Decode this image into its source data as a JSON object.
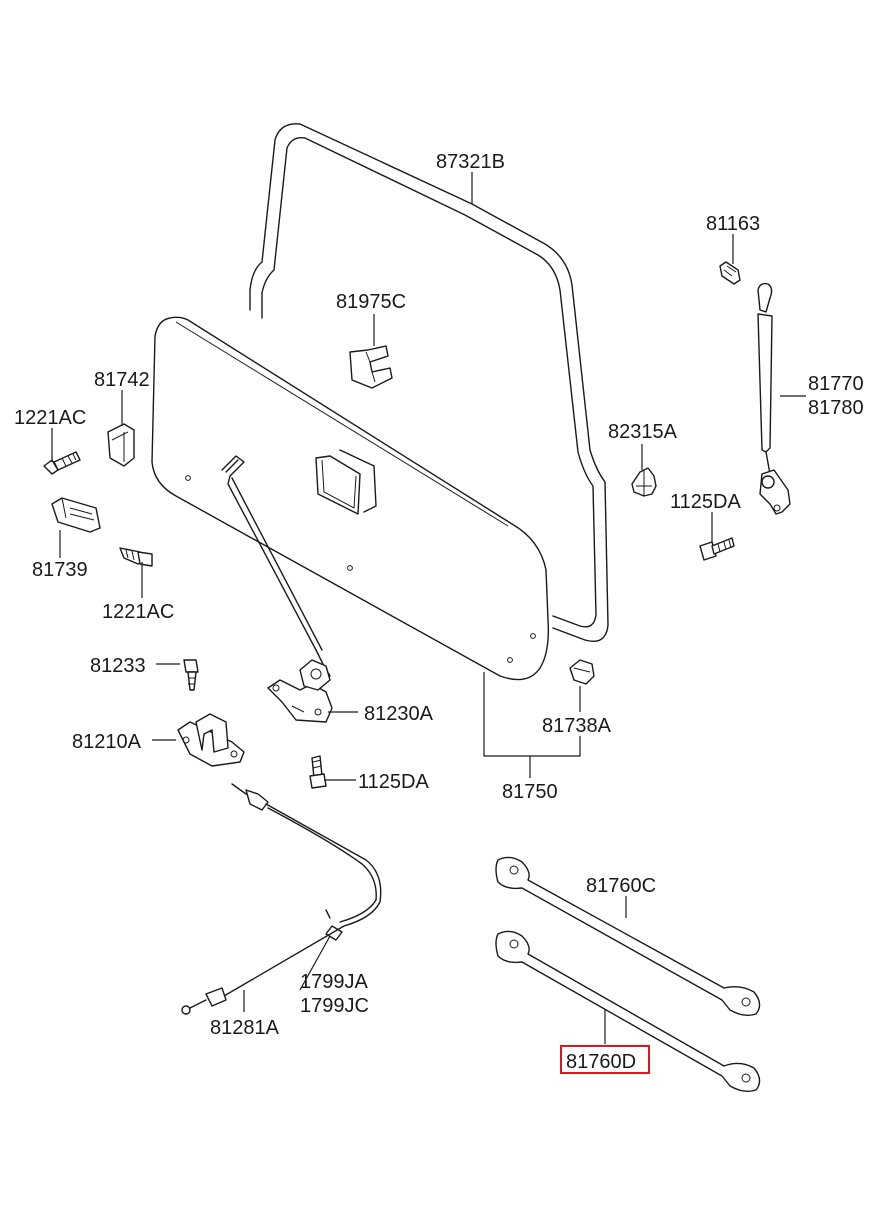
{
  "labels": {
    "p87321B": "87321B",
    "p81163": "81163",
    "p81975C": "81975C",
    "p81742": "81742",
    "p1221AC_a": "1221AC",
    "p81770": "81770",
    "p81780": "81780",
    "p82315A": "82315A",
    "p1125DA_a": "1125DA",
    "p81739": "81739",
    "p1221AC_b": "1221AC",
    "p81233": "81233",
    "p81230A": "81230A",
    "p81210A": "81210A",
    "p81738A": "81738A",
    "p1125DA_b": "1125DA",
    "p81750": "81750",
    "p81760C": "81760C",
    "p1799JA": "1799JA",
    "p1799JC": "1799JC",
    "p81281A": "81281A",
    "p81760D": "81760D"
  },
  "highlight": {
    "part": "81760D",
    "color": "#e0161b"
  }
}
